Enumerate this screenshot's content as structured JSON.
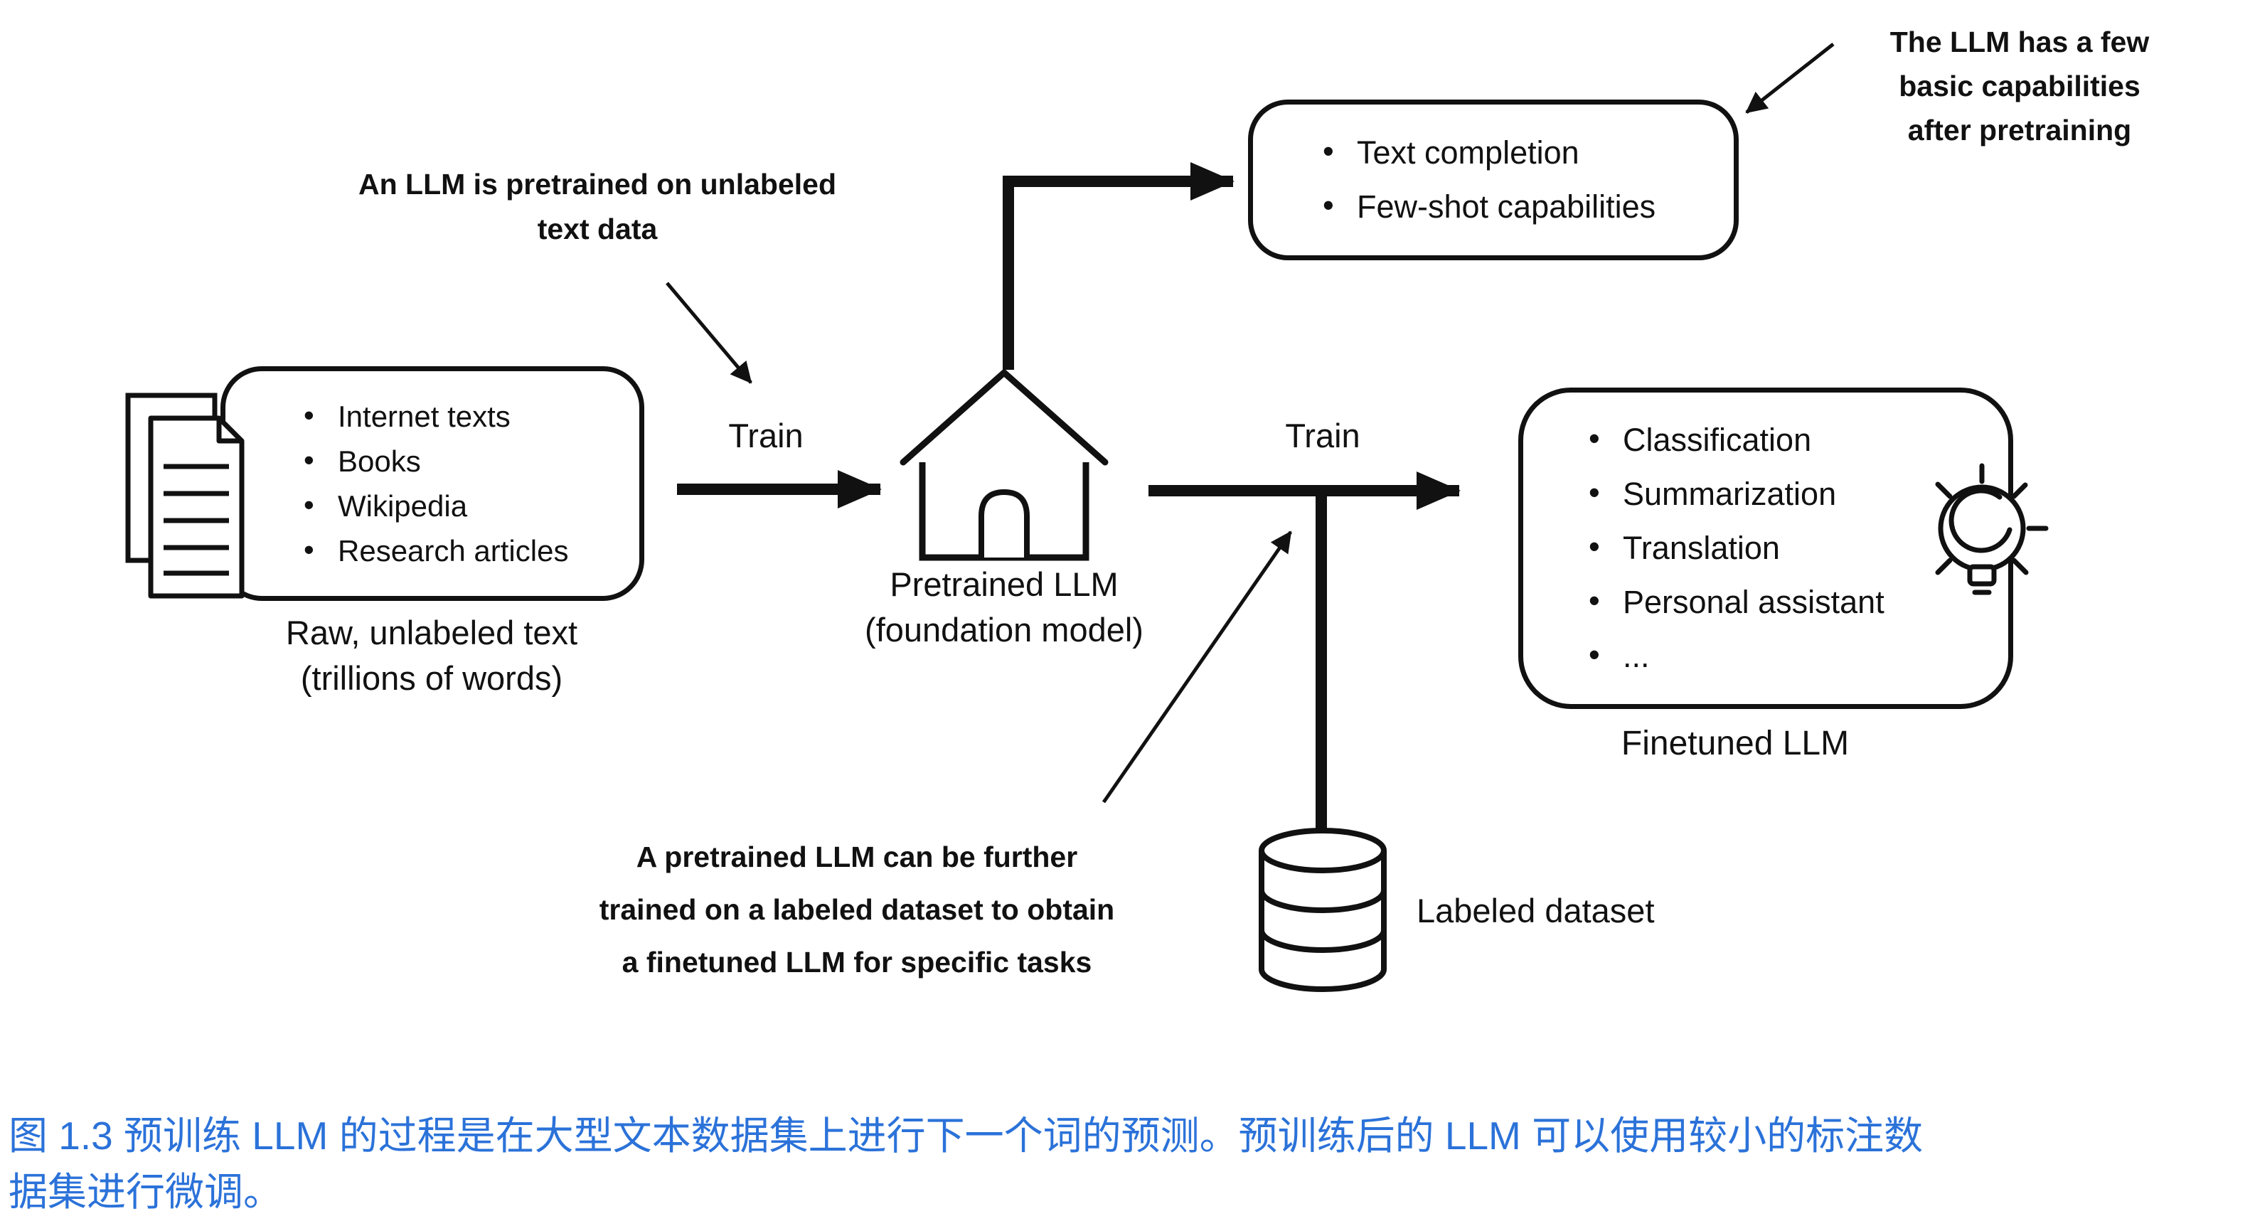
{
  "colors": {
    "ink": "#111111",
    "caption_blue": "#2b72d9",
    "background": "#ffffff"
  },
  "raw_text_box": {
    "items": [
      "Internet texts",
      "Books",
      "Wikipedia",
      "Research articles"
    ],
    "caption_lines": [
      "Raw, unlabeled text",
      "(trillions of words)"
    ]
  },
  "pretrained_llm": {
    "label_lines": [
      "Pretrained LLM",
      "(foundation model)"
    ]
  },
  "capabilities_box": {
    "items": [
      "Text completion",
      "Few-shot capabilities"
    ]
  },
  "finetuned_box": {
    "items": [
      "Classification",
      "Summarization",
      "Translation",
      "Personal assistant",
      "..."
    ],
    "label": "Finetuned LLM"
  },
  "train_label_1": "Train",
  "train_label_2": "Train",
  "labeled_dataset_label": "Labeled dataset",
  "annotations": {
    "pretraining": {
      "lines": [
        "An LLM is pretrained on unlabeled",
        "text data"
      ]
    },
    "capabilities": {
      "lines": [
        "The LLM has a few",
        "basic capabilities",
        "after pretraining"
      ]
    },
    "finetuning": {
      "lines": [
        "A pretrained LLM can be further",
        "trained on a labeled dataset to obtain",
        "a finetuned LLM for specific tasks"
      ]
    }
  },
  "figure_caption": {
    "lines": [
      "图 1.3 预训练 LLM 的过程是在大型文本数据集上进行下一个词的预测。预训练后的 LLM 可以使用较小的标注数",
      "据集进行微调。"
    ]
  },
  "icons": {
    "documents": "document-stack-icon",
    "house": "house-icon",
    "database": "database-icon",
    "lightbulb": "lightbulb-icon"
  }
}
